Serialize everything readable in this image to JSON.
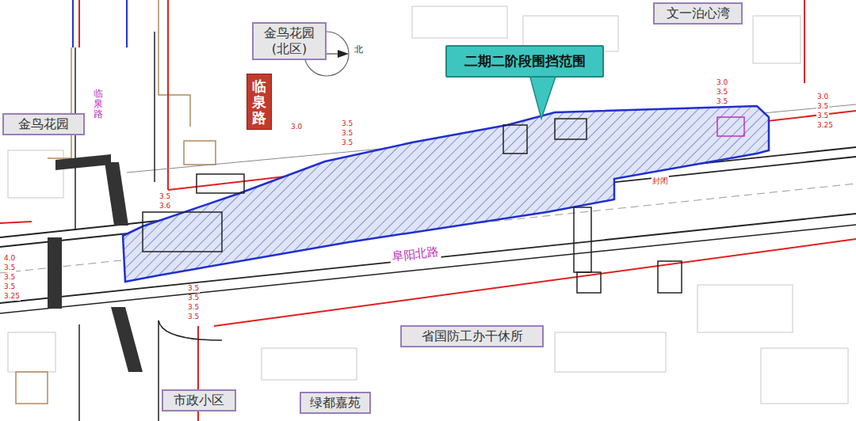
{
  "diagram": {
    "nodes": [
      {
        "text": [
          "金鸟花园 (北区)"
        ]
      },
      {
        "text": [
          "文一泊心湾"
        ]
      },
      {
        "text": [
          "临泉路"
        ]
      },
      {
        "text": [
          "二期二阶段围挡范围"
        ]
      },
      {
        "text": [
          "金鸟花园"
        ]
      },
      {
        "text": [
          "省国防工办干休所"
        ]
      },
      {
        "text": [
          "市政小区"
        ]
      },
      {
        "text": [
          "绿都嘉苑"
        ]
      }
    ],
    "labels": [
      "阜阳北路",
      "临泉路",
      "封闭",
      "北",
      "3.0",
      "3.5",
      "3.5",
      "3.0",
      "3.5",
      "3.5",
      "3.25",
      "3.0",
      "3.5",
      "3.5",
      "3.5",
      "3.5",
      "3.6",
      "4.0",
      "3.5",
      "3.5",
      "3.5",
      "3.25",
      "3.5",
      "3.5",
      "3.5",
      "3.5"
    ]
  }
}
